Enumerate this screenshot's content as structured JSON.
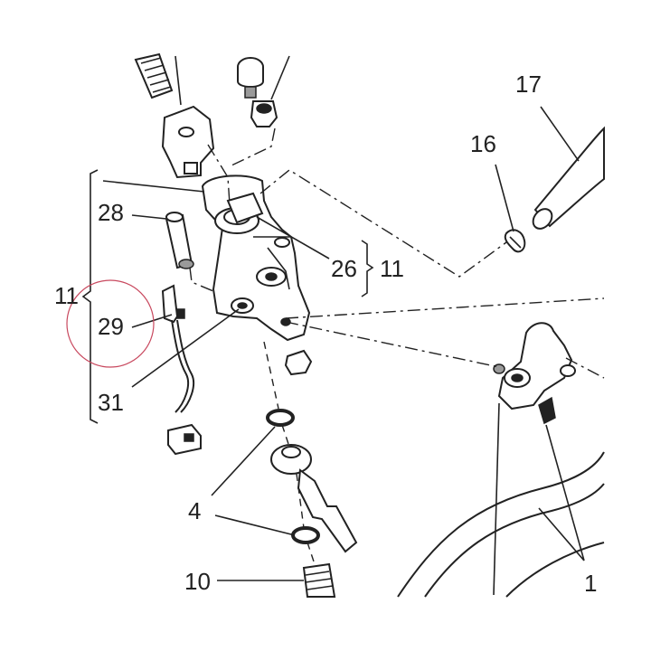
{
  "labels": {
    "l17": "17",
    "l16": "16",
    "l28": "28",
    "l26": "26",
    "l11_right": "11",
    "l11_left": "11",
    "l29": "29",
    "l31": "31",
    "l4": "4",
    "l10": "10",
    "l1_edge": "1"
  },
  "annotation_circle_color": "#c8485e"
}
